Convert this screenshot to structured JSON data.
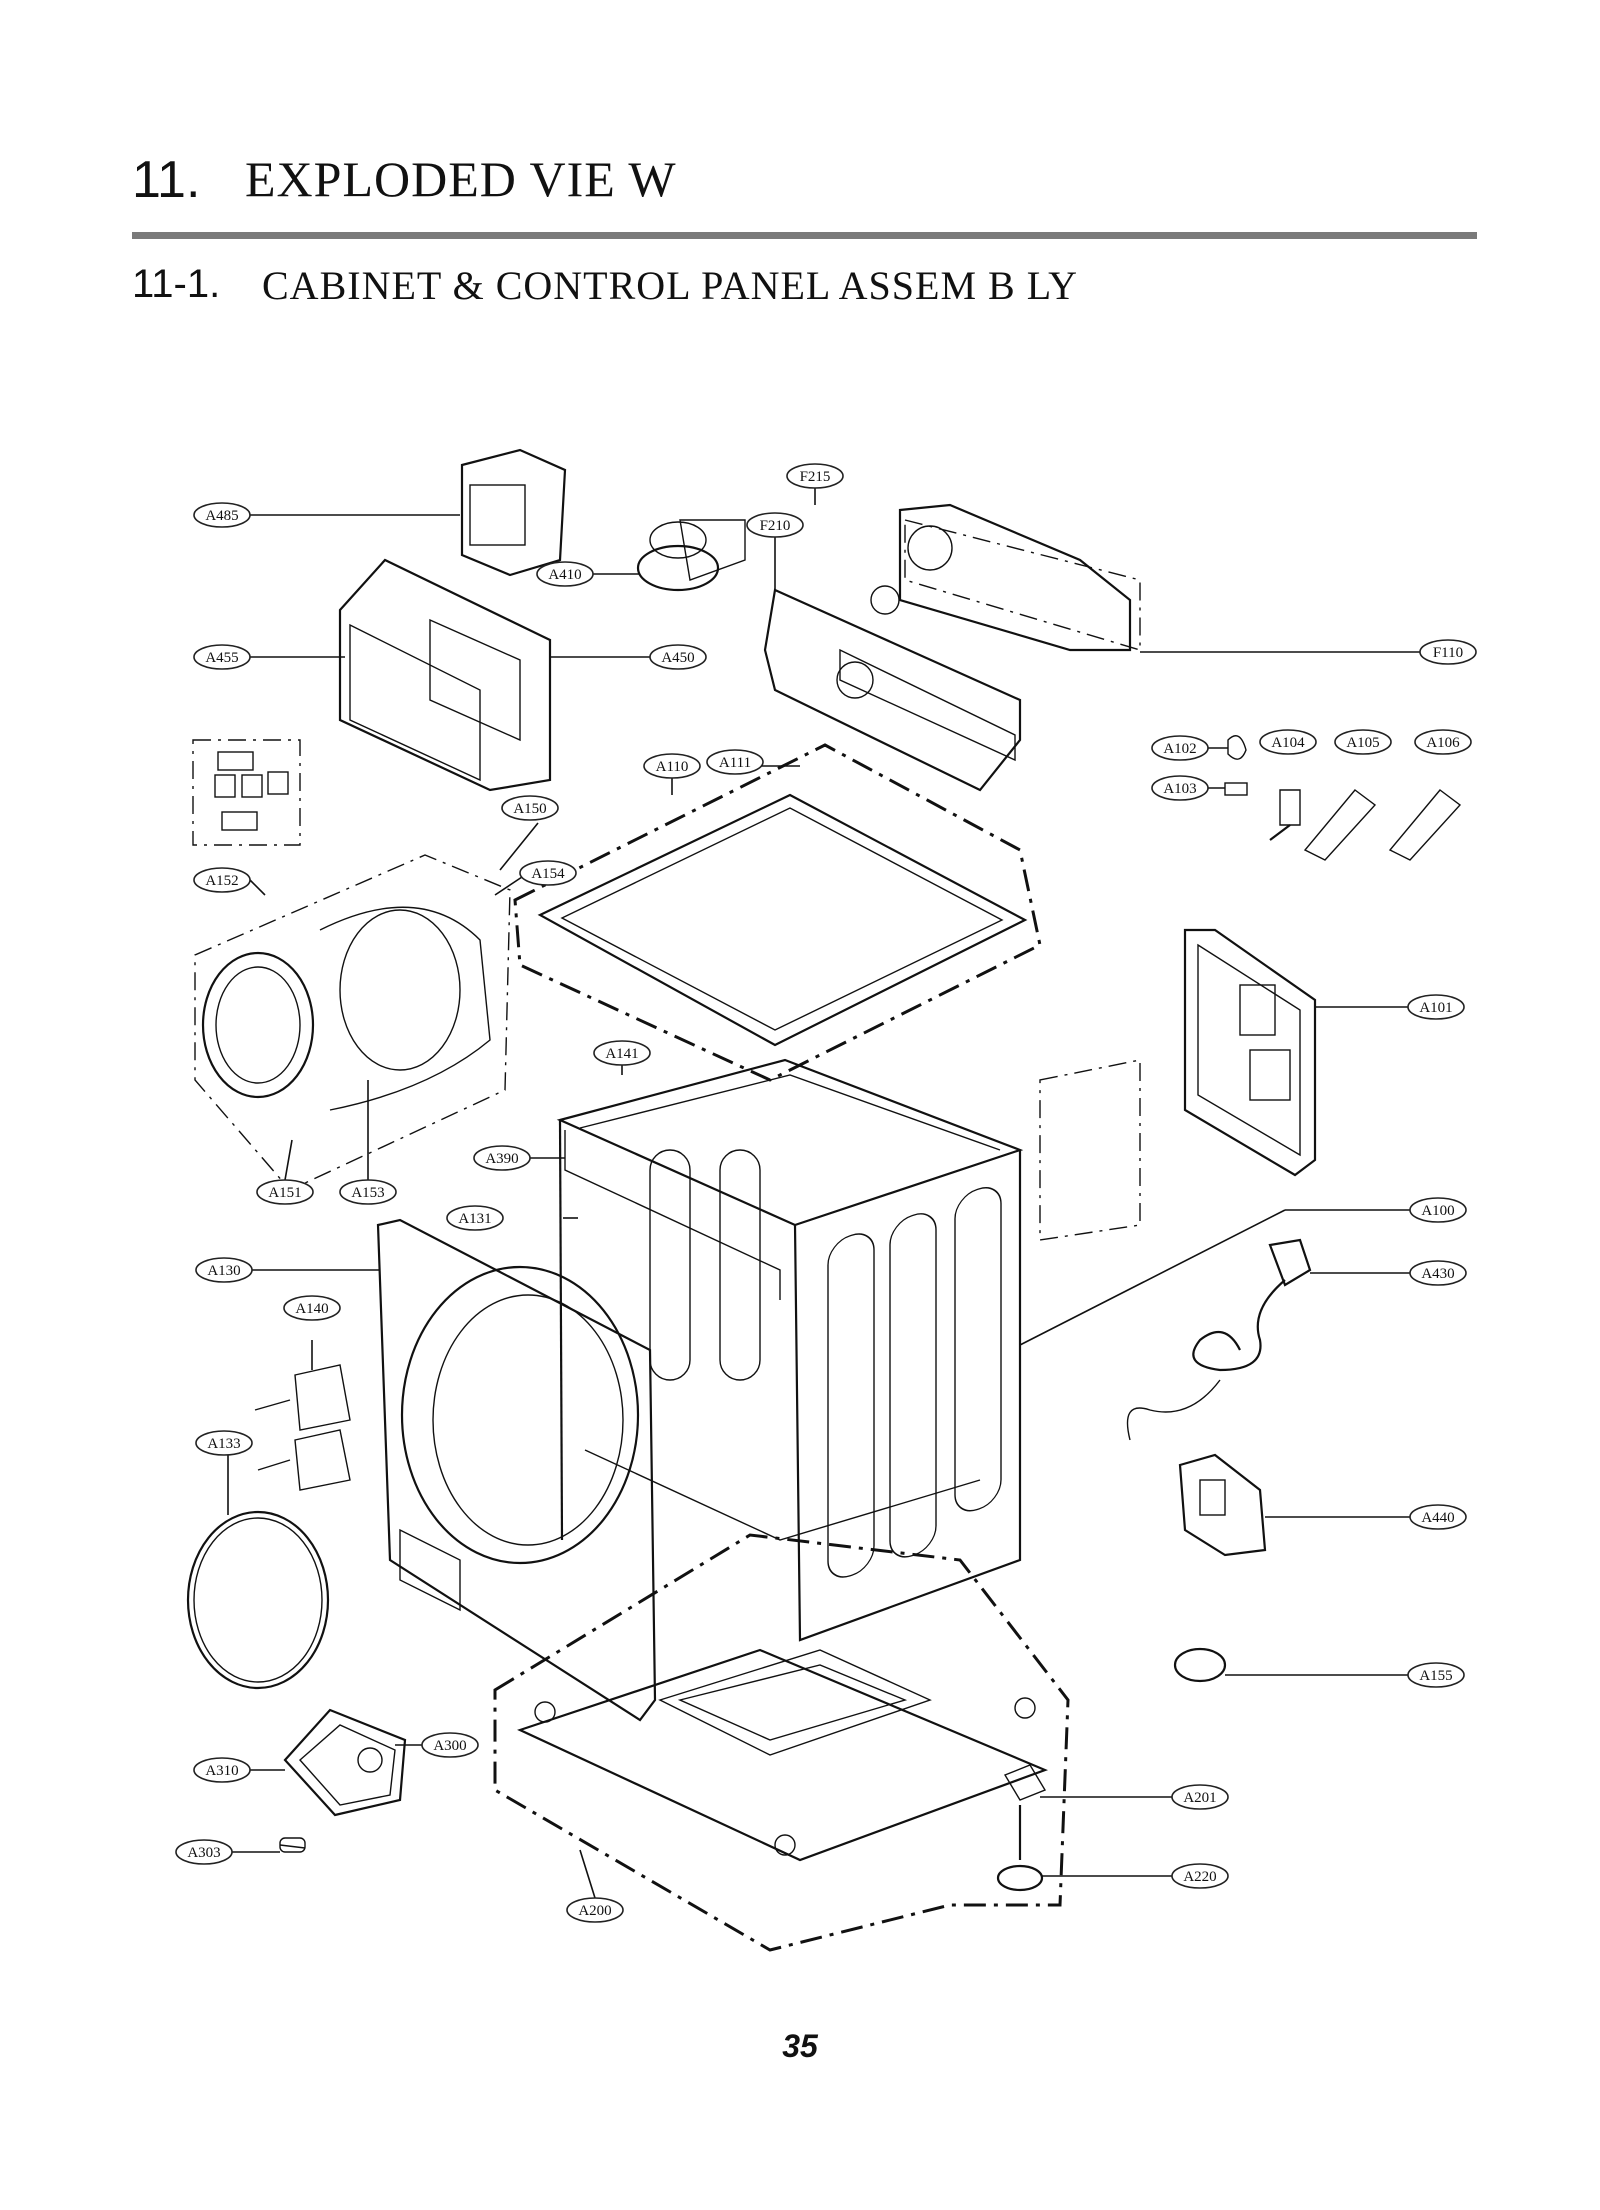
{
  "header": {
    "section_number": "11.",
    "section_title": "EXPLODED VIE  W",
    "subsection_number": "11-1.",
    "subsection_title": "CABINET  & CONTROL   PANEL ASSEM  B LY"
  },
  "labels": {
    "A485": "A485",
    "A410": "A410",
    "F215": "F215",
    "F210": "F210",
    "F110": "F110",
    "A455": "A455",
    "A450": "A450",
    "A110": "A110",
    "A111": "A111",
    "A102": "A102",
    "A103": "A103",
    "A104": "A104",
    "A105": "A105",
    "A106": "A106",
    "A150": "A150",
    "A152": "A152",
    "A154": "A154",
    "A101": "A101",
    "A141": "A141",
    "A390": "A390",
    "A151": "A151",
    "A153": "A153",
    "A131": "A131",
    "A100": "A100",
    "A130": "A130",
    "A430": "A430",
    "A140": "A140",
    "A133": "A133",
    "A440": "A440",
    "A155": "A155",
    "A300": "A300",
    "A310": "A310",
    "A201": "A201",
    "A303": "A303",
    "A220": "A220",
    "A200": "A200"
  },
  "footer": {
    "page_number": "35"
  }
}
